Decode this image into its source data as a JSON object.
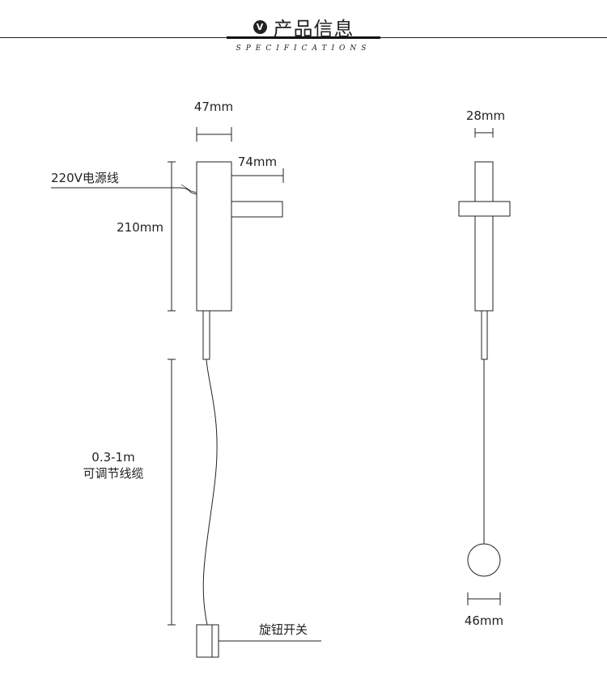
{
  "header": {
    "badge": "V",
    "title": "产品信息",
    "subtitle": "SPECIFICATIONS"
  },
  "side_view": {
    "width_label": "47mm",
    "arm_label": "74mm",
    "power_label": "220V电源线",
    "height_label": "210mm",
    "cable_length": "0.3-1m",
    "cable_note": "可调节线缆",
    "switch_label": "旋钮开关"
  },
  "front_view": {
    "width_label": "28mm",
    "shade_label": "46mm"
  },
  "colors": {
    "line": "#222222",
    "thin_line": "#555555"
  }
}
